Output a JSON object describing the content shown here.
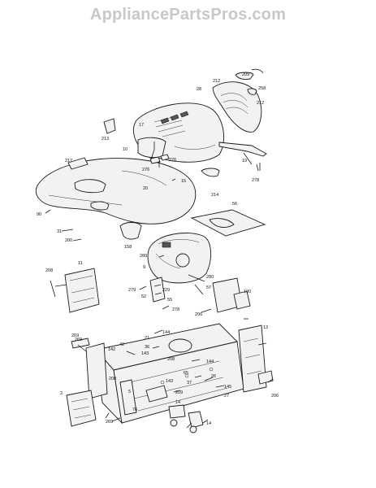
{
  "watermark": "AppliancePartsPros.com",
  "labels": [
    "209",
    "212",
    "258",
    "28",
    "212",
    "17",
    "19",
    "276",
    "278",
    "213",
    "10",
    "217",
    "276",
    "15",
    "20",
    "214",
    "56",
    "90",
    "31",
    "200",
    "158",
    "280",
    "9",
    "11",
    "208",
    "279",
    "52",
    "229",
    "55",
    "278",
    "280",
    "190",
    "57",
    "206",
    "13",
    "269",
    "142",
    "42",
    "21",
    "144",
    "36",
    "143",
    "208",
    "144",
    "65",
    "26",
    "37",
    "143",
    "2",
    "5",
    "200",
    "76",
    "209",
    "14",
    "145",
    "27",
    "206",
    "269",
    "14",
    "269"
  ]
}
